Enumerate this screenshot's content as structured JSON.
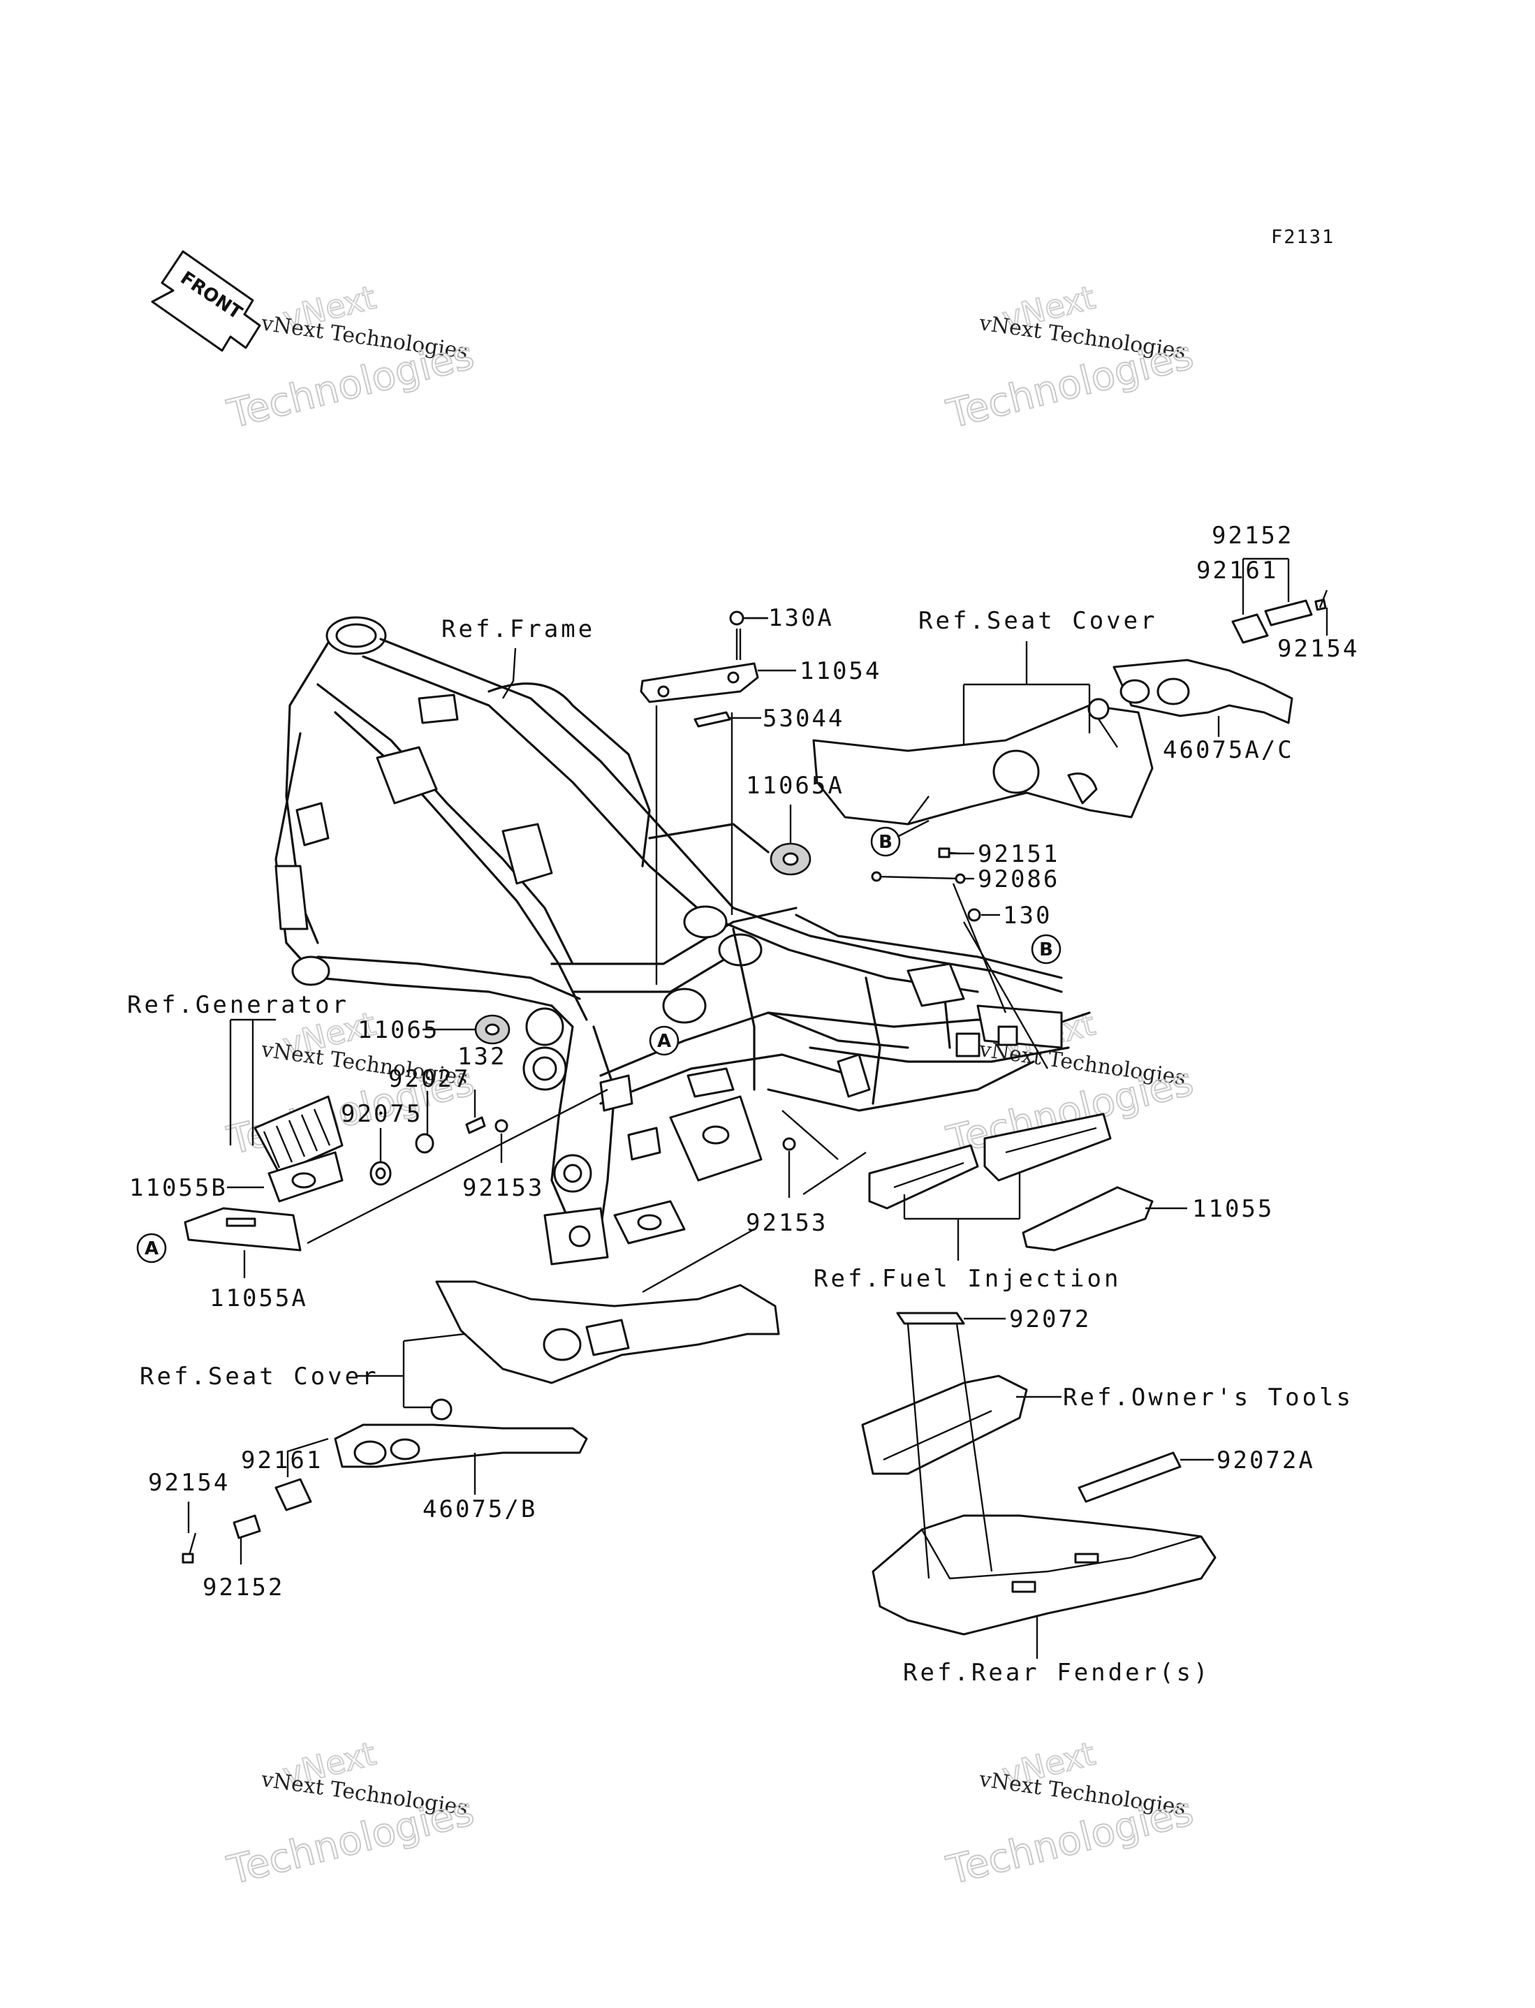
{
  "diagram_code": "F2131",
  "front_label": "FRONT",
  "watermark": {
    "line1": "vNext Technologies",
    "line2": "Technologies",
    "line3": "vNext"
  },
  "callouts": {
    "A": "A",
    "B": "B"
  },
  "labels": {
    "ref_frame": "Ref.Frame",
    "ref_seat_cover_top": "Ref.Seat Cover",
    "ref_seat_cover_bottom": "Ref.Seat Cover",
    "ref_generator": "Ref.Generator",
    "ref_fuel_injection": "Ref.Fuel Injection",
    "ref_owners_tools": "Ref.Owner's Tools",
    "ref_rear_fenders": "Ref.Rear Fender(s)"
  },
  "parts": {
    "p130A": "130A",
    "p11054": "11054",
    "p53044": "53044",
    "p11065A": "11065A",
    "p92152_top": "92152",
    "p92161_top": "92161",
    "p92154_top": "92154",
    "p46075AC": "46075A/C",
    "p92151": "92151",
    "p92086": "92086",
    "p130": "130",
    "p11065": "11065",
    "p132": "132",
    "p92027": "92027",
    "p92075": "92075",
    "p11055B": "11055B",
    "p92153_left": "92153",
    "p92153_mid": "92153",
    "p11055": "11055",
    "p11055A": "11055A",
    "p92072": "92072",
    "p92072A": "92072A",
    "p92161_bottom": "92161",
    "p92154_bottom": "92154",
    "p46075B": "46075/B",
    "p92152_bottom": "92152"
  }
}
